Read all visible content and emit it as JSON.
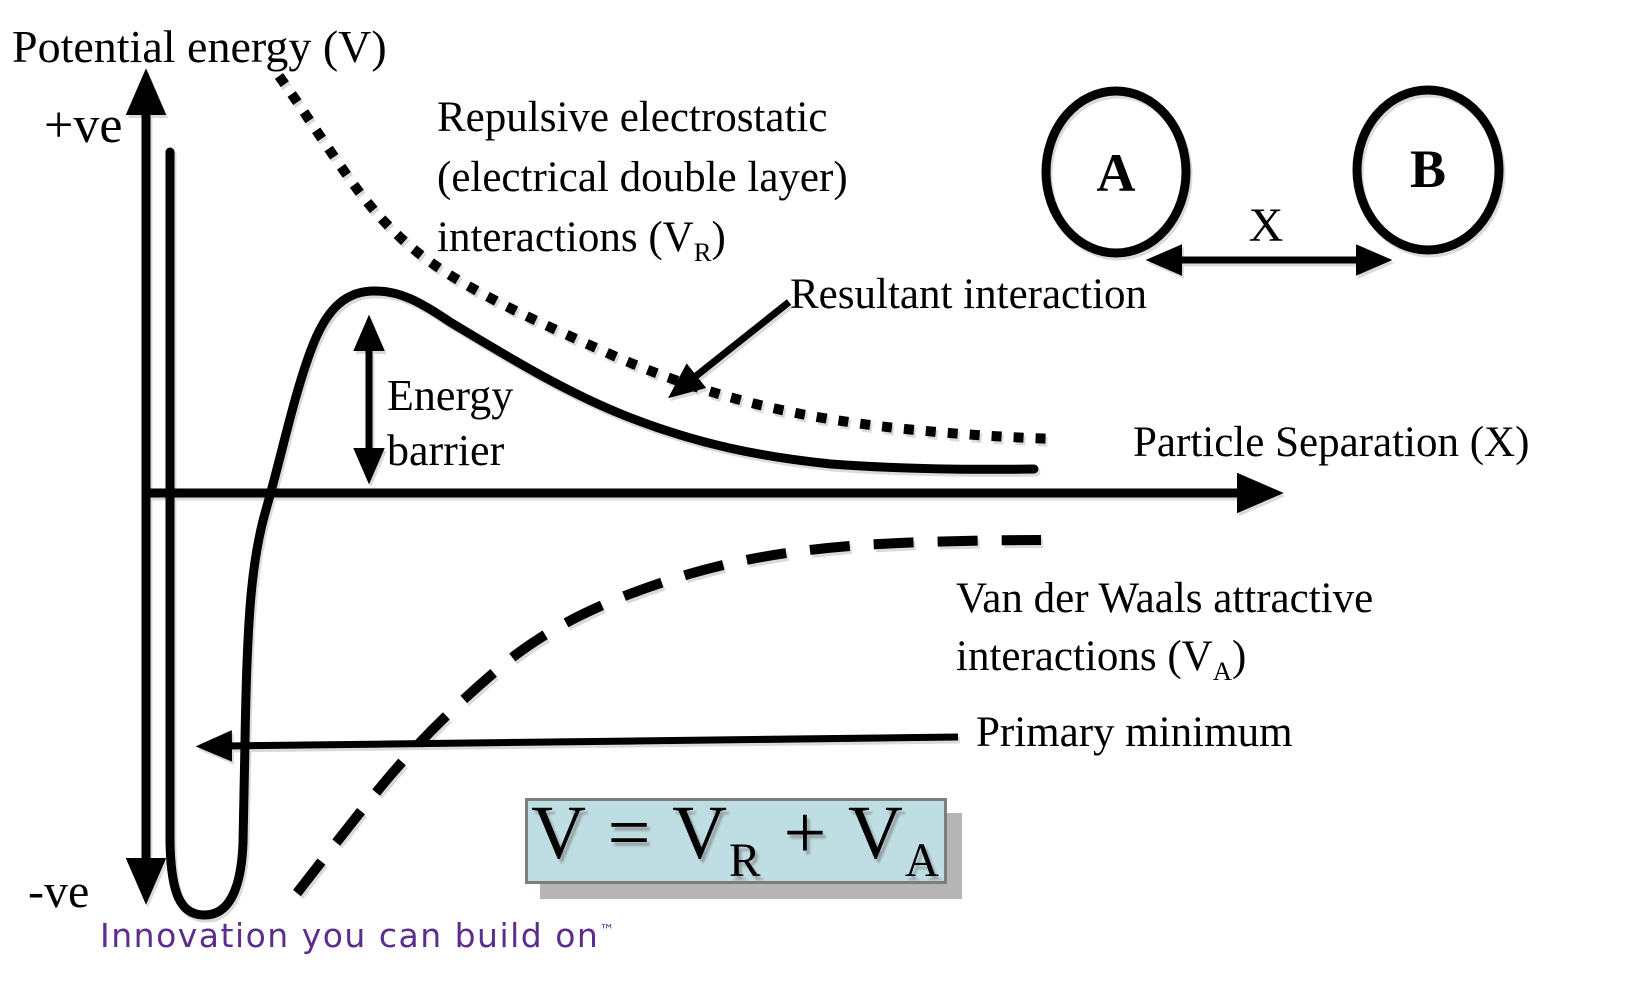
{
  "title": "Potential energy (V)",
  "axes": {
    "y_positive_label": "+ve",
    "y_negative_label": "-ve",
    "x_label": "Particle Separation (X)"
  },
  "labels": {
    "repulsive": {
      "line1": "Repulsive electrostatic",
      "line2": "(electrical double layer)",
      "line3_pre": "interactions (V",
      "line3_sub": "R",
      "line3_post": ")"
    },
    "resultant": "Resultant interaction",
    "energy_barrier": {
      "line1": "Energy",
      "line2": "barrier"
    },
    "vdw": {
      "line1": "Van der Waals attractive",
      "line2_pre": "interactions (V",
      "line2_sub": "A",
      "line2_post": ")"
    },
    "primary_minimum": "Primary minimum"
  },
  "particles": {
    "a": "A",
    "b": "B",
    "separation": "X"
  },
  "formula": {
    "lead": "V = V",
    "sub1": "R",
    "mid": " + V",
    "sub2": "A"
  },
  "footer": {
    "tagline": "Innovation you can build on",
    "tm": "™"
  },
  "colors": {
    "ink": "#000000",
    "formula_box_bg": "#bfdee4",
    "formula_box_border": "#7d7d7d",
    "formula_box_shadow": "#b5b5b5",
    "tagline_purple": "#5b2d8e"
  }
}
